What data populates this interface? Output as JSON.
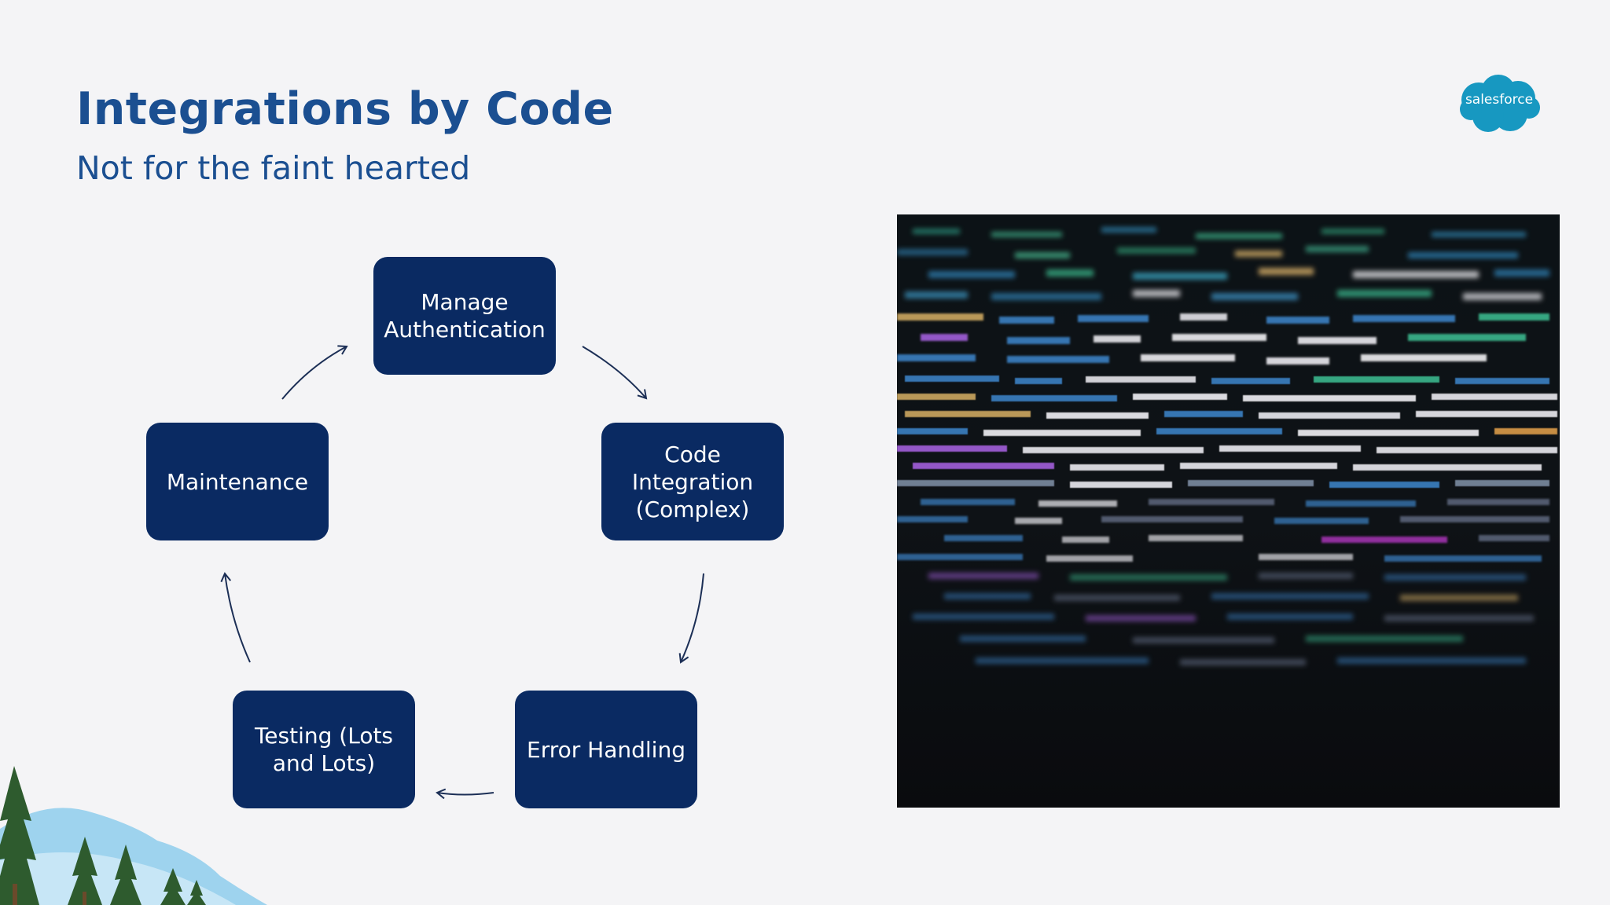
{
  "slide": {
    "title": "Integrations by Code",
    "subtitle": "Not for the faint hearted"
  },
  "logo": {
    "text": "salesforce",
    "color": "#1798c1"
  },
  "cycle": {
    "node_color": "#0a2a62",
    "nodes": [
      {
        "label": "Manage\nAuthentication"
      },
      {
        "label": "Code\nIntegration\n(Complex)"
      },
      {
        "label": "Error Handling"
      },
      {
        "label": "Testing (Lots\nand Lots)"
      },
      {
        "label": "Maintenance"
      }
    ]
  },
  "image": {
    "subject": "blurred source code on a dark screen"
  }
}
